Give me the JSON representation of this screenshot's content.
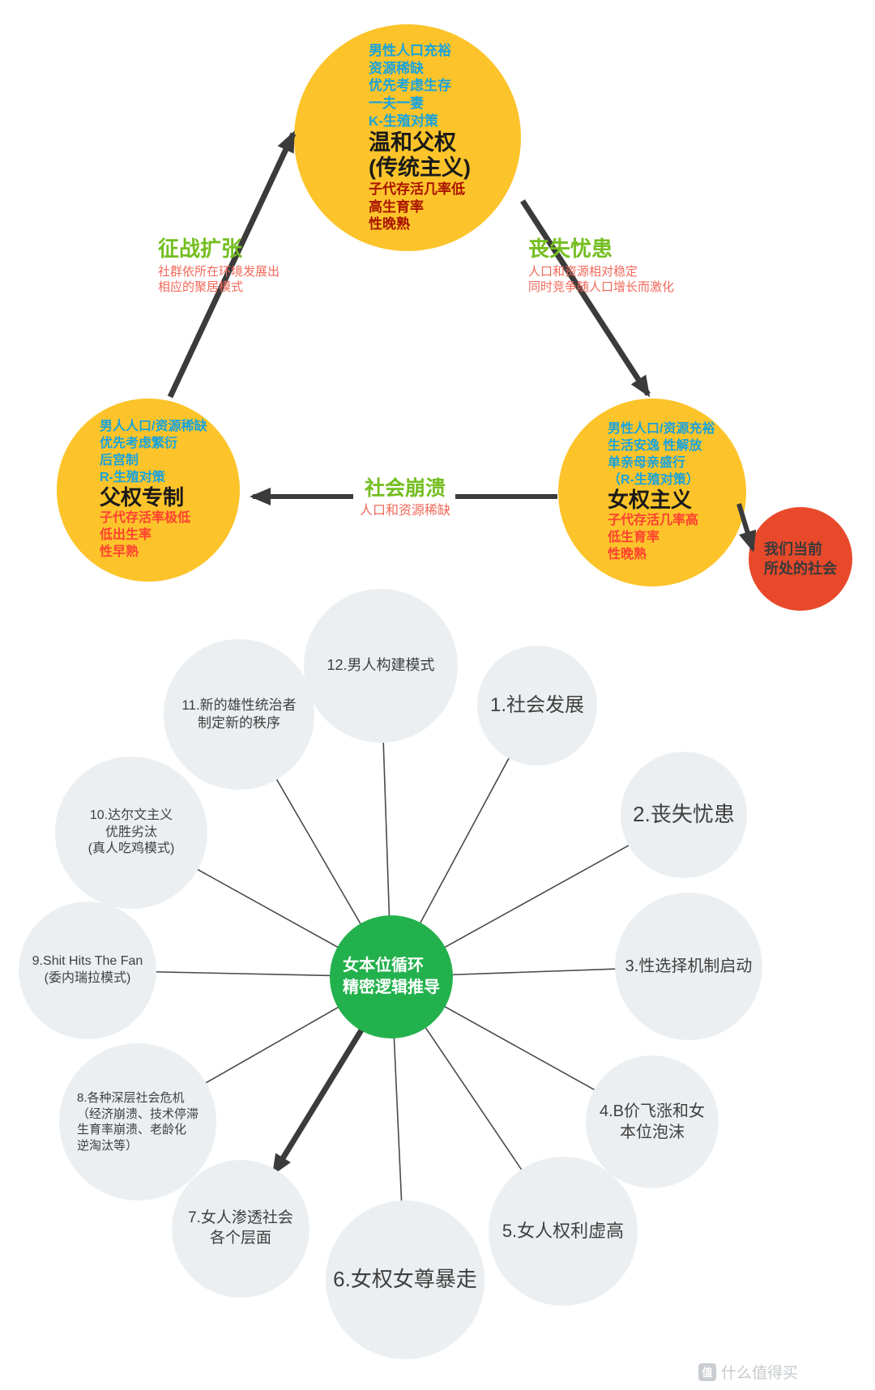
{
  "colors": {
    "yellow_node": "#FCC42A",
    "red_node": "#E8492B",
    "blue_text": "#18A3DC",
    "dark_red_text": "#A91300",
    "bright_red_text": "#FF4132",
    "green_label": "#74BE20",
    "salmon_text": "#F2695A",
    "gray_node": "#ECEFF1",
    "center_green": "#23B14D",
    "arrow_dark": "#3B3B3B"
  },
  "triangle": {
    "top": {
      "blue": [
        "男性人口充裕",
        "资源稀缺",
        "优先考虑生存",
        "一夫一妻",
        "K-生殖对策"
      ],
      "title": [
        "温和父权",
        "(传统主义)"
      ],
      "red": [
        "子代存活几率低",
        "高生育率",
        "性晚熟"
      ]
    },
    "left": {
      "blue": [
        "男人人口/资源稀缺",
        "优先考虑繁衍",
        "后宫制",
        "R-生殖对策"
      ],
      "title": [
        "父权专制"
      ],
      "red": [
        "子代存活率极低",
        "低出生率",
        "性早熟"
      ]
    },
    "right": {
      "blue": [
        "男性人口/资源充裕",
        "生活安逸  性解放",
        "单亲母亲盛行",
        "（R-生殖对策）"
      ],
      "title": [
        "女权主义"
      ],
      "red": [
        "子代存活几率高",
        "低生育率",
        "性晚熟"
      ]
    },
    "society": {
      "lines": [
        "我们当前",
        "所处的社会"
      ]
    },
    "edges": {
      "conquest": {
        "title": "征战扩张",
        "sub": [
          "社群依所在环境发展出",
          "相应的聚居模式"
        ]
      },
      "worry": {
        "title": "丧失忧患",
        "sub": [
          "人口和资源相对稳定",
          "同时竞争随人口增长而激化"
        ]
      },
      "collapse": {
        "title": "社会崩溃",
        "sub": [
          "人口和资源稀缺"
        ]
      }
    }
  },
  "cycle": {
    "center": {
      "lines": [
        "女本位循环",
        "精密逻辑推导"
      ]
    },
    "nodes": [
      {
        "lines": [
          "1.社会发展"
        ]
      },
      {
        "lines": [
          "2.丧失忧患"
        ]
      },
      {
        "lines": [
          "3.性选择机制启动"
        ]
      },
      {
        "lines": [
          "4.B价飞涨和女",
          "本位泡沫"
        ]
      },
      {
        "lines": [
          "5.女人权利虚高"
        ]
      },
      {
        "lines": [
          "6.女权女尊暴走"
        ]
      },
      {
        "lines": [
          "7.女人渗透社会",
          "各个层面"
        ]
      },
      {
        "lines": [
          "8.各种深层社会危机",
          "（经济崩溃、技术停滞",
          "生育率崩溃、老龄化",
          "逆淘汰等）"
        ]
      },
      {
        "lines": [
          "9.Shit Hits The Fan",
          "(委内瑞拉模式)"
        ]
      },
      {
        "lines": [
          "10.达尔文主义",
          "优胜劣汰",
          "(真人吃鸡模式)"
        ]
      },
      {
        "lines": [
          "11.新的雄性统治者",
          "制定新的秩序"
        ]
      },
      {
        "lines": [
          "12.男人构建模式"
        ]
      }
    ]
  },
  "watermark": {
    "icon": "值",
    "text": "什么值得买"
  }
}
